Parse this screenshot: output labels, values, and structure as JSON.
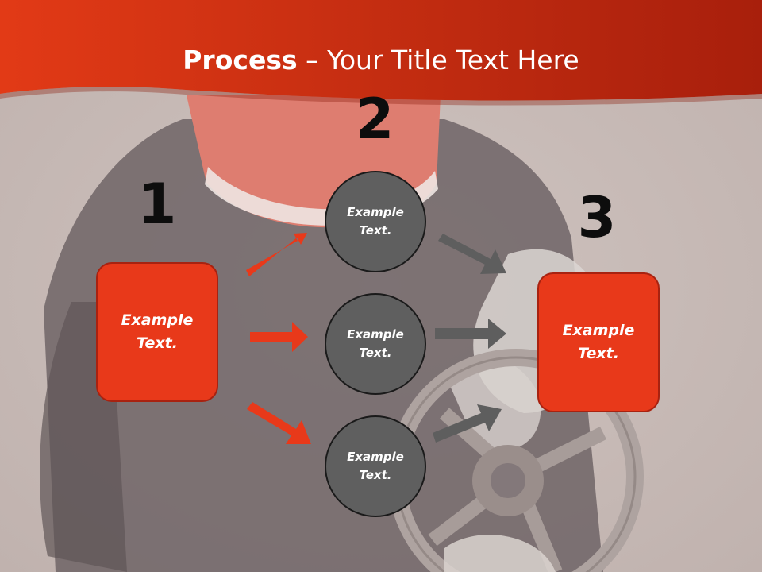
{
  "slide": {
    "title_bold": "Process",
    "title_rest": " – Your Title Text Here"
  },
  "steps": {
    "one": "1",
    "two": "2",
    "three": "3"
  },
  "left_box": {
    "text": "Example\nText."
  },
  "circles": [
    {
      "text": "Example\nText."
    },
    {
      "text": "Example\nText."
    },
    {
      "text": "Example\nText."
    }
  ],
  "right_box": {
    "text": "Example\nText."
  },
  "colors": {
    "accent": "#e8391a",
    "banner": "#c42a10",
    "circle": "#5f5f5f",
    "gray_arrow": "#5e5e5e"
  }
}
